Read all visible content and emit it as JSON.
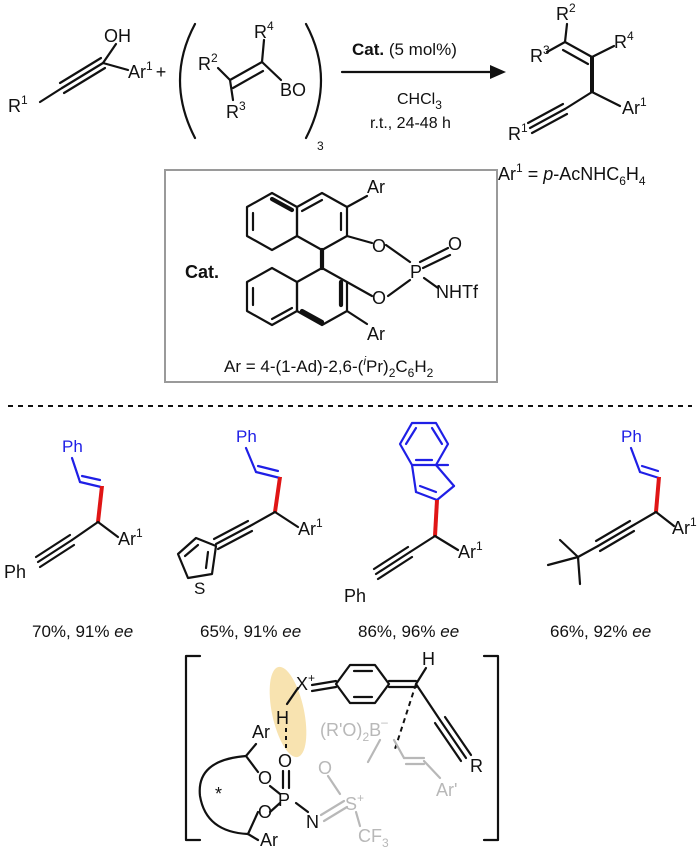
{
  "scheme": {
    "reactant_alcohol": {
      "oh": "OH",
      "ar1": "Ar",
      "ar1_sup": "1",
      "r1": "R",
      "r1_sup": "1",
      "plus": "+"
    },
    "reactant_boron": {
      "r2": "R",
      "r2_sup": "2",
      "r3": "R",
      "r3_sup": "3",
      "r4": "R",
      "r4_sup": "4",
      "bo": "BO",
      "multiplier": "3"
    },
    "conditions": {
      "catalyst_label": "Cat.",
      "catalyst_loading": " (5 mol%)",
      "solvent": "CHCl",
      "solvent_sub": "3",
      "time": "r.t., 24-48 h"
    },
    "product": {
      "r2": "R",
      "r2_sup": "2",
      "r3": "R",
      "r3_sup": "3",
      "r4": "R",
      "r4_sup": "4",
      "ar1": "Ar",
      "ar1_sup": "1",
      "r1": "R",
      "r1_sup": "1"
    },
    "ar1_definition": {
      "lhs": "Ar",
      "lhs_sup": "1",
      "eq": " = ",
      "p": "p",
      "rest": "-AcNHC",
      "sub1": "6",
      "mid": "H",
      "sub2": "4"
    }
  },
  "catalyst_box": {
    "label": "Cat.",
    "ar_top": "Ar",
    "ar_bottom": "Ar",
    "o_top": "O",
    "o_bottom": "O",
    "p": "P",
    "o_double": "O",
    "nhtf": "NHTf",
    "ar_definition": {
      "a": "Ar = 4-(1-Ad)-2,6-(",
      "i": "i",
      "b": "Pr)",
      "sub1": "2",
      "c": "C",
      "sub2": "6",
      "d": "H",
      "sub3": "2"
    }
  },
  "examples": [
    {
      "label_top": "Ph",
      "label_left": "Ph",
      "ar": "Ar",
      "ar_sup": "1",
      "yield": "70%, 91% ",
      "ee": "ee"
    },
    {
      "label_top": "Ph",
      "label_left": "S",
      "ar": "Ar",
      "ar_sup": "1",
      "yield": "65%, 91% ",
      "ee": "ee"
    },
    {
      "label_top": "",
      "label_left": "Ph",
      "ar": "Ar",
      "ar_sup": "1",
      "yield": "86%, 96% ",
      "ee": "ee"
    },
    {
      "label_top": "Ph",
      "label_left": "",
      "ar": "Ar",
      "ar_sup": "1",
      "yield": "66%, 92% ",
      "ee": "ee"
    }
  ],
  "transition_state": {
    "x_plus": "X",
    "plus": "+",
    "h_top": "H",
    "h_bond": "H",
    "o_hbond": "O",
    "p": "P",
    "n": "N",
    "ar_top": "Ar",
    "ar_bottom": "Ar",
    "o_ring_top": "O",
    "o_ring_bottom": "O",
    "star": "*",
    "boron": "(R'O)",
    "boron_sub": "2",
    "b": "B",
    "b_minus": "–",
    "o_b": "O",
    "s": "S",
    "s_plus": "+",
    "cf3": "CF",
    "cf3_sub": "3",
    "r": "R",
    "ar_prime": "Ar'"
  },
  "colors": {
    "blue": "#1f1fe6",
    "red": "#e01515",
    "gray": "#b8b8b8",
    "highlight": "#f8e3b0",
    "box": "#9a9a9a"
  }
}
